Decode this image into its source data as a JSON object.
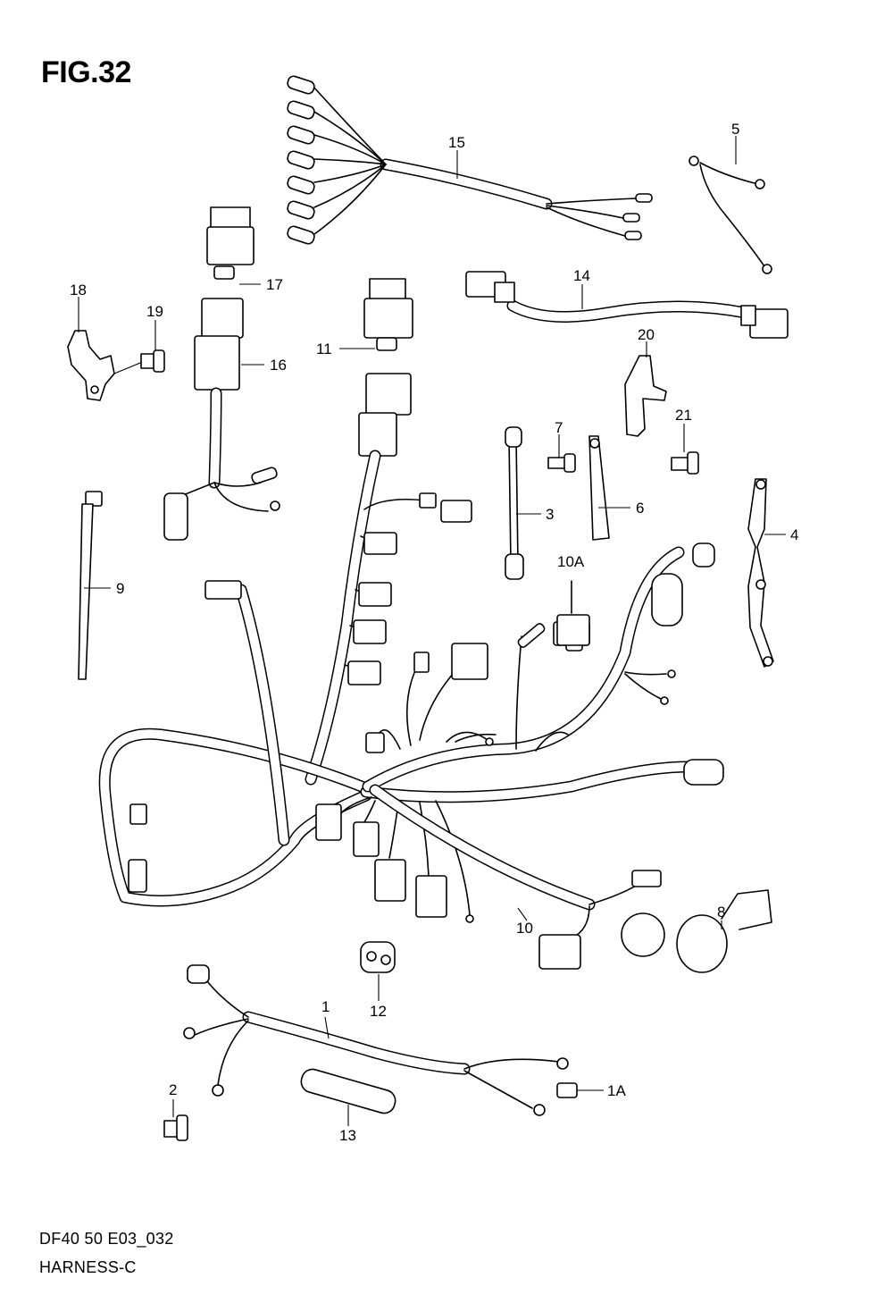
{
  "figure": {
    "title": "FIG.32",
    "footer_code": "DF40 50 E03_032",
    "footer_name": "HARNESS-C"
  },
  "callouts": {
    "c1": "1",
    "c1a": "1A",
    "c2": "2",
    "c3": "3",
    "c4": "4",
    "c5": "5",
    "c6": "6",
    "c7": "7",
    "c8": "8",
    "c9": "9",
    "c10": "10",
    "c10a": "10A",
    "c11": "11",
    "c12": "12",
    "c13": "13",
    "c14": "14",
    "c15": "15",
    "c16": "16",
    "c17": "17",
    "c18": "18",
    "c19": "19",
    "c20": "20",
    "c21": "21"
  }
}
